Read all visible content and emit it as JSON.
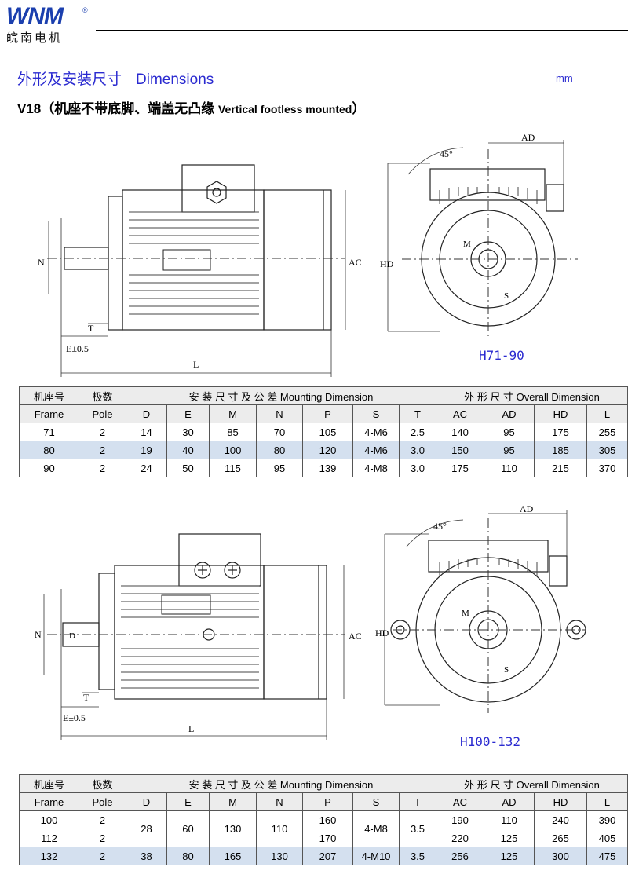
{
  "brand": {
    "logo_text": "WNM",
    "reg_mark": "®",
    "cn_name": "皖南电机"
  },
  "section": {
    "title_cn": "外形及安装尺寸",
    "title_en": "Dimensions",
    "unit": "mm"
  },
  "mount": {
    "code": "V18",
    "cn": "（机座不带底脚、端盖无凸缘",
    "en": "Vertical footless mounted",
    "close": "）"
  },
  "drawing_labels": {
    "N": "N",
    "AC": "AC",
    "HD": "HD",
    "AD": "AD",
    "T": "T",
    "E": "E±0.5",
    "L": "L",
    "M": "M",
    "S": "S",
    "D": "D",
    "angle": "45°"
  },
  "captions": [
    "H71-90",
    "H100-132"
  ],
  "table_header": {
    "frame_cn": "机座号",
    "frame_en": "Frame",
    "pole_cn": "极数",
    "pole_en": "Pole",
    "mount_cn": "安 装 尺 寸 及 公 差",
    "mount_en": "Mounting Dimension",
    "overall_cn": "外 形 尺 寸",
    "overall_en": "Overall Dimension",
    "cols": [
      "D",
      "E",
      "M",
      "N",
      "P",
      "S",
      "T",
      "AC",
      "AD",
      "HD",
      "L"
    ]
  },
  "table1": {
    "rows": [
      [
        "71",
        "2",
        "14",
        "30",
        "85",
        "70",
        "105",
        "4-M6",
        "2.5",
        "140",
        "95",
        "175",
        "255"
      ],
      [
        "80",
        "2",
        "19",
        "40",
        "100",
        "80",
        "120",
        "4-M6",
        "3.0",
        "150",
        "95",
        "185",
        "305"
      ],
      [
        "90",
        "2",
        "24",
        "50",
        "115",
        "95",
        "139",
        "4-M8",
        "3.0",
        "175",
        "110",
        "215",
        "370"
      ]
    ]
  },
  "table2": {
    "frames": [
      "100",
      "112",
      "132"
    ],
    "poles": [
      "2",
      "2",
      "2"
    ],
    "group": {
      "D": "28",
      "E": "60",
      "M": "130",
      "N": "110",
      "S": "4-M8",
      "T": "3.5"
    },
    "P": [
      "160",
      "170",
      "207"
    ],
    "row132": {
      "D": "38",
      "E": "80",
      "M": "165",
      "N": "130",
      "S": "4-M10",
      "T": "3.5"
    },
    "AC": [
      "190",
      "220",
      "256"
    ],
    "AD": [
      "110",
      "125",
      "125"
    ],
    "HD": [
      "240",
      "265",
      "300"
    ],
    "L": [
      "390",
      "405",
      "475"
    ]
  }
}
